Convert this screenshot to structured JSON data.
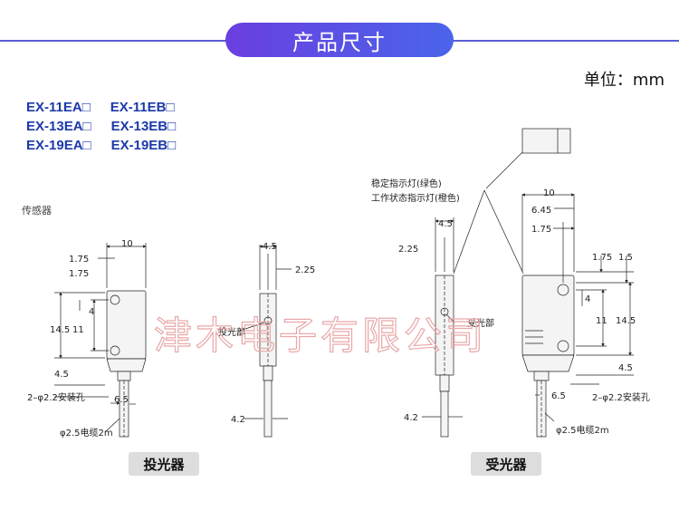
{
  "banner": {
    "title": "产品尺寸"
  },
  "unit_label": "单位：mm",
  "models": [
    [
      "EX-11EA□",
      "EX-11EB□"
    ],
    [
      "EX-13EA□",
      "EX-13EB□"
    ],
    [
      "EX-19EA□",
      "EX-19EB□"
    ]
  ],
  "sensor_label": "传感器",
  "emitter": {
    "caption": "投光器",
    "dims": {
      "width": "10",
      "hole_from_edge": "1.75",
      "hole_top": "1.75",
      "d4": "4",
      "height": "14.5",
      "d11": "11",
      "d4_5_bottom": "4.5",
      "hole_spec": "2–φ2.2安装孔",
      "d6_5": "6.5",
      "cable": "φ2.5电缆2m"
    },
    "side": {
      "d4_5": "4.5",
      "d2_25": "2.25",
      "d4_2": "4.2",
      "part_label": "投光部"
    }
  },
  "receiver": {
    "caption": "受光器",
    "indicator_stable": "稳定指示灯(绿色)",
    "indicator_status": "工作状态指示灯(橙色)",
    "side": {
      "d4_5": "4.5",
      "d2_25": "2.25",
      "d4_2": "4.2",
      "part_label": "受光部"
    },
    "dims": {
      "width": "10",
      "d6_45": "6.45",
      "d1_75a": "1.75",
      "d1_75b": "1.75",
      "d1_5": "1.5",
      "d4": "4",
      "d11": "11",
      "height": "14.5",
      "d4_5": "4.5",
      "d6_5": "6.5",
      "hole_spec": "2–φ2.2安装孔",
      "cable": "φ2.5电缆2m"
    }
  },
  "watermark": "津木电子有限公司"
}
